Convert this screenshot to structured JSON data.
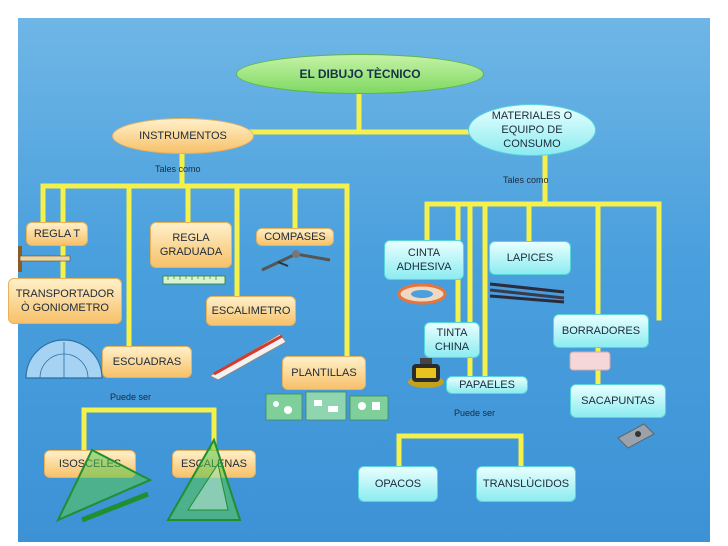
{
  "title": "EL DIBUJO TÈCNICO",
  "nodes": {
    "instrumentos": "INSTRUMENTOS",
    "materiales": "MATERIALES O\nEQUIPO DE\nCONSUMO",
    "regla_t": "REGLA T",
    "regla_graduada": "REGLA\nGRADUADA",
    "compases": "COMPASES",
    "transportador": "TRANSPORTADOR\nÒ GONIOMETRO",
    "escalimetro": "ESCALIMETRO",
    "escuadras": "ESCUADRAS",
    "plantillas": "PLANTILLAS",
    "isosceles": "ISOSCELES",
    "escalenas": "ESCALENAS",
    "cinta": "CINTA\nADHESIVA",
    "lapices": "LAPICES",
    "borradores": "BORRADORES",
    "tinta": "TINTA\nCHINA",
    "papeles": "PAPAELES",
    "sacapuntas": "SACAPUNTAS",
    "opacos": "OPACOS",
    "translucidos": "TRANSLÙCIDOS"
  },
  "labels": {
    "tales_como_1": "Tales como",
    "tales_como_2": "Tales como",
    "puede_ser_1": "Puede ser",
    "puede_ser_2": "Puede ser"
  },
  "icons": [
    "t-square-icon",
    "ruler-icon",
    "compass-icon",
    "protractor-icon",
    "scale-ruler-icon",
    "stencil-templates-icon",
    "triangle-set-square-icon",
    "tape-roll-icon",
    "pencils-icon",
    "eraser-icon",
    "ink-bottle-icon",
    "sharpener-icon"
  ],
  "colors": {
    "connector": "#f5f04a",
    "background": "#4aa0dd",
    "title_node": "#7fd962",
    "category_node": "#f7c16a",
    "item_node": "#8cecf0"
  }
}
